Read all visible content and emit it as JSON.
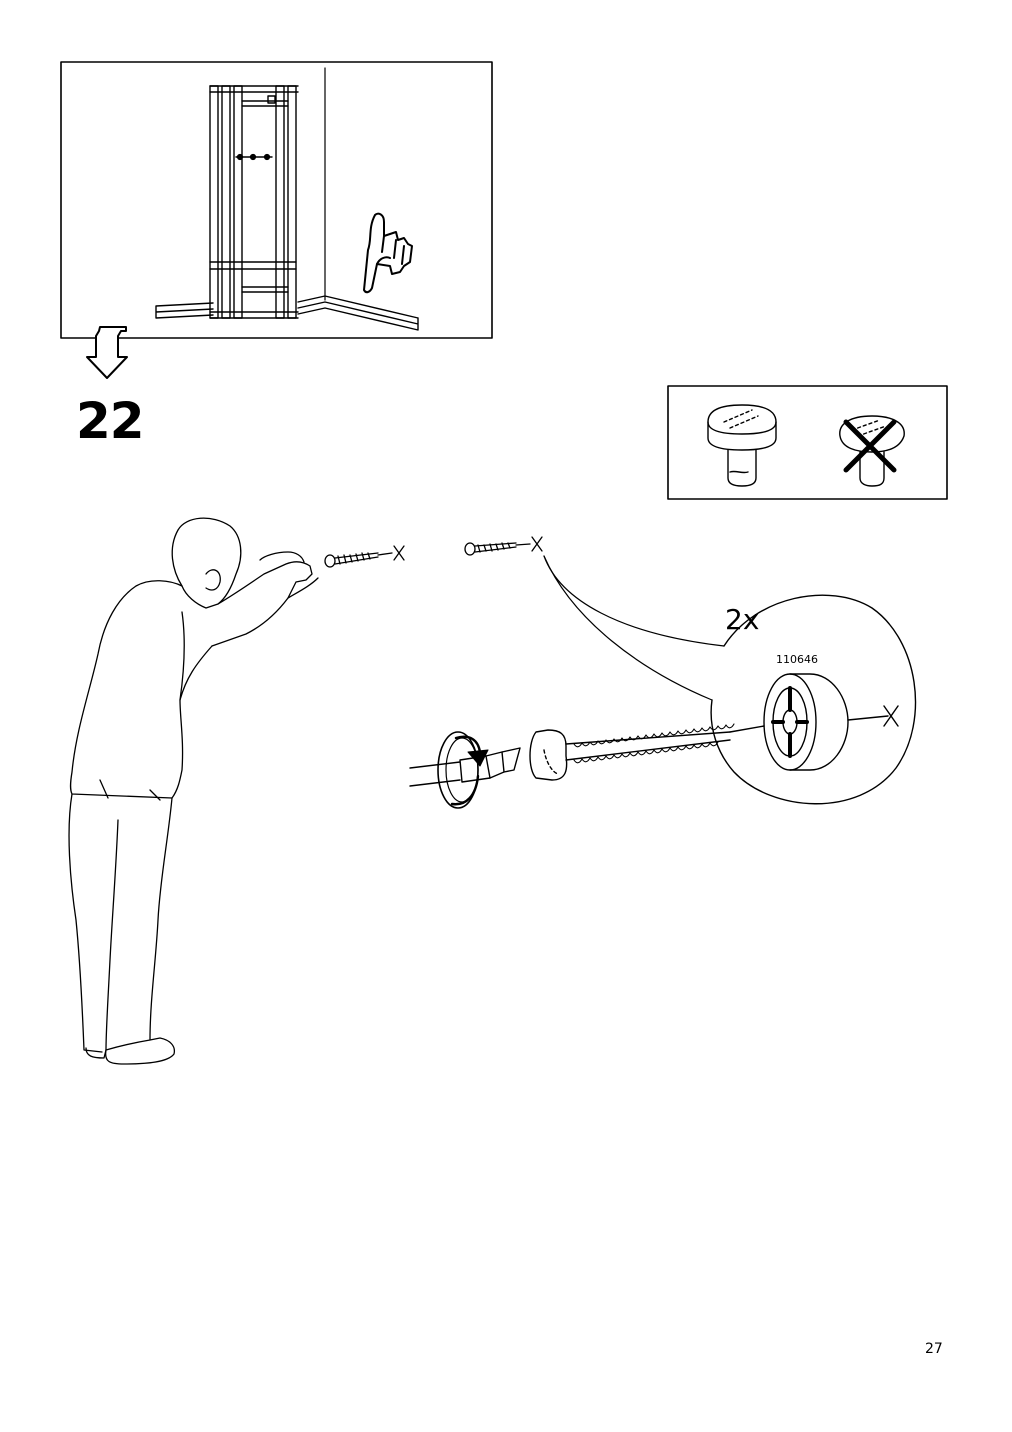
{
  "step": {
    "number": "22"
  },
  "screw_callout": {
    "quantity": "2x",
    "part_number": "110646"
  },
  "page": {
    "number": "27"
  },
  "icons": {
    "reference": "wardrobe-corner-icon",
    "hand": "hand-pointing-icon",
    "arrow": "down-arrow-icon",
    "correct_screw": "correct-screw-head-icon",
    "incorrect_screw": "incorrect-screw-head-icon",
    "person": "person-drilling-icon",
    "screwdriver": "screwdriver-icon",
    "rotation": "rotation-arrow-icon",
    "plug": "wall-plug-icon"
  }
}
